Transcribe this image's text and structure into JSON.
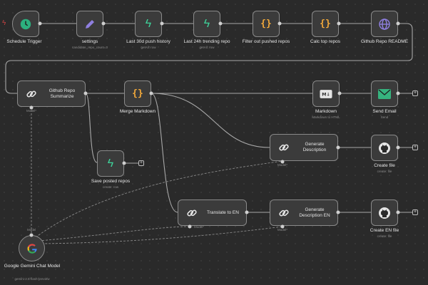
{
  "nodes": {
    "schedule_trigger": {
      "label": "Schedule Trigger",
      "icon": "clock-icon"
    },
    "settings": {
      "label": "settings",
      "sub": "candidate_repo_count=3",
      "icon": "pencil-icon"
    },
    "last30": {
      "label": "Last 30d push history",
      "sub": "getAll: row",
      "icon": "bolt-icon"
    },
    "last24": {
      "label": "Last 24h trending repo",
      "sub": "getAll: row",
      "icon": "bolt-icon"
    },
    "filter_pushed": {
      "label": "Filter out pushed repos",
      "icon": "code-braces-icon"
    },
    "calc_top": {
      "label": "Calc top repos",
      "icon": "code-braces-icon"
    },
    "github_readme": {
      "label": "Github Repo README",
      "icon": "globe-icon"
    },
    "summarize": {
      "title": "Github Repo Summarize",
      "port": "Model*",
      "icon": "link-icon"
    },
    "merge_md": {
      "label": "Merge Markdown",
      "icon": "code-braces-icon"
    },
    "markdown": {
      "label": "Markdown",
      "sub": "Markdown to HTML",
      "icon": "markdown-icon"
    },
    "send_email": {
      "label": "Send Email",
      "sub": "Send",
      "icon": "mail-icon"
    },
    "gen_desc": {
      "title": "Generate Description",
      "port": "Model*",
      "icon": "link-icon"
    },
    "create_file": {
      "label": "Create file",
      "sub": "create: file",
      "icon": "github-icon"
    },
    "save_posted": {
      "label": "Save posted repos",
      "sub": "create: row",
      "icon": "bolt-icon"
    },
    "translate": {
      "title": "Translate to EN",
      "port": "Model*",
      "icon": "link-icon"
    },
    "gen_desc_en": {
      "title": "Generate Description EN",
      "port": "Model*",
      "icon": "link-icon"
    },
    "create_en_file": {
      "label": "Create EN file",
      "sub": "create: file",
      "icon": "github-icon"
    },
    "gemini": {
      "label": "Google Gemini Chat Model",
      "sub": "gemini-2.5-flash-preview",
      "port": "Model",
      "icon": "google-icon"
    }
  },
  "colors": {
    "canvas": "#2a2a2a",
    "node_fill": "#3b3b3b",
    "node_border": "#8a8a8a",
    "wire": "#a8a8a8",
    "trigger_clock": "#2cb07e",
    "pencil": "#8f7fe0",
    "bolt": "#3ed29a",
    "braces": "#f2a93b",
    "globe": "#8f7fe0",
    "email": "#36b37e",
    "error_bolt": "#c54040"
  }
}
